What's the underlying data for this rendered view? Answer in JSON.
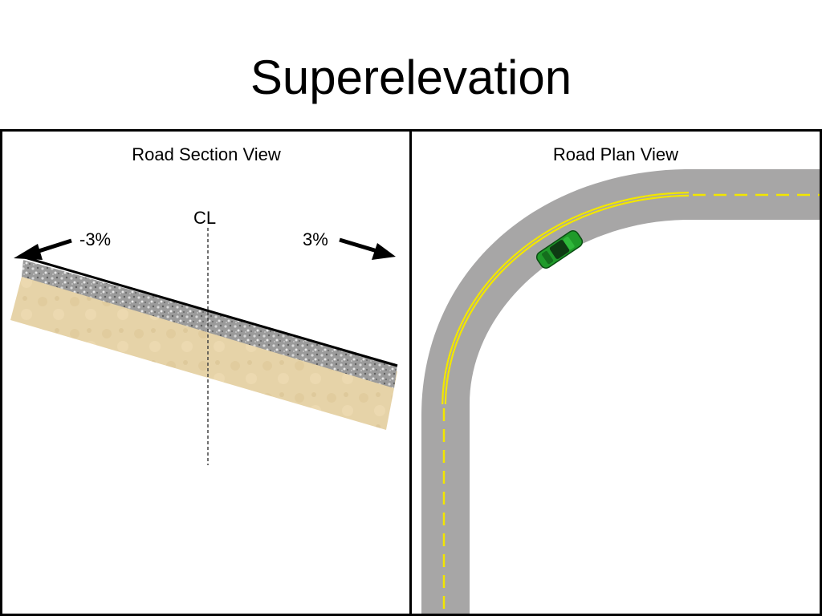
{
  "title": "Superelevation",
  "section_view": {
    "title": "Road Section View",
    "centerline_label": "CL",
    "left_slope_label": "-3%",
    "right_slope_label": "3%"
  },
  "plan_view": {
    "title": "Road Plan View"
  },
  "colors": {
    "road": "#a7a6a6",
    "center_line": "#f2e600",
    "car": "#1f9a2a",
    "soil": "#e6d3a7",
    "gravel": "#9a9a9a"
  }
}
